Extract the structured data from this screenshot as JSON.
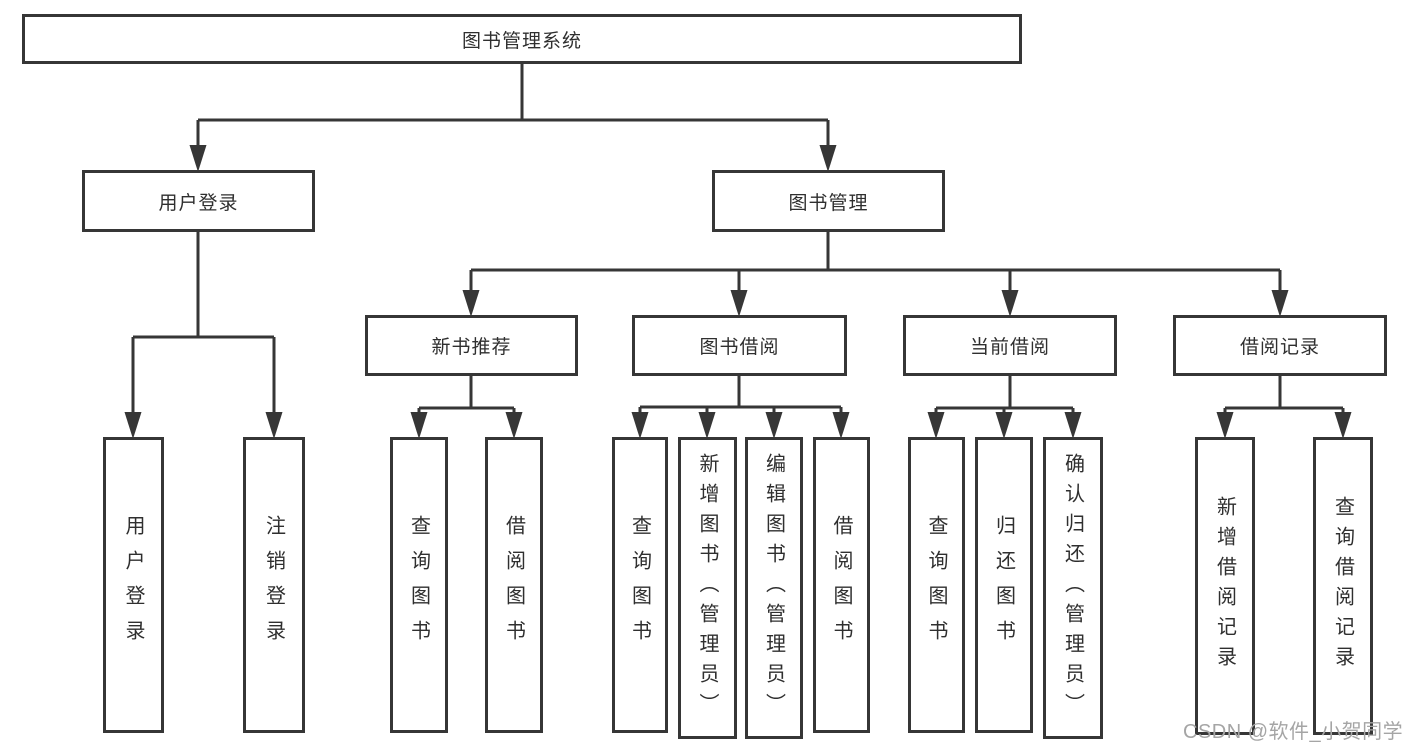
{
  "tree": {
    "root": "图书管理系统",
    "children": [
      {
        "label": "用户登录",
        "children": [
          {
            "label": "用户登录"
          },
          {
            "label": "注销登录"
          }
        ]
      },
      {
        "label": "图书管理",
        "children": [
          {
            "label": "新书推荐",
            "children": [
              {
                "label": "查询图书"
              },
              {
                "label": "借阅图书"
              }
            ]
          },
          {
            "label": "图书借阅",
            "children": [
              {
                "label": "查询图书"
              },
              {
                "label": "新增图书（管理员）"
              },
              {
                "label": "编辑图书（管理员）"
              },
              {
                "label": "借阅图书"
              }
            ]
          },
          {
            "label": "当前借阅",
            "children": [
              {
                "label": "查询图书"
              },
              {
                "label": "归还图书"
              },
              {
                "label": "确认归还（管理员）"
              }
            ]
          },
          {
            "label": "借阅记录",
            "children": [
              {
                "label": "新增借阅记录"
              },
              {
                "label": "查询借阅记录"
              }
            ]
          }
        ]
      }
    ]
  },
  "watermark": "CSDN @软件_小贺同学",
  "colors": {
    "line": "#363636",
    "box_border": "#363636",
    "text": "#2f2f2f",
    "watermark": "#a5a5a5",
    "background": "#ffffff"
  }
}
